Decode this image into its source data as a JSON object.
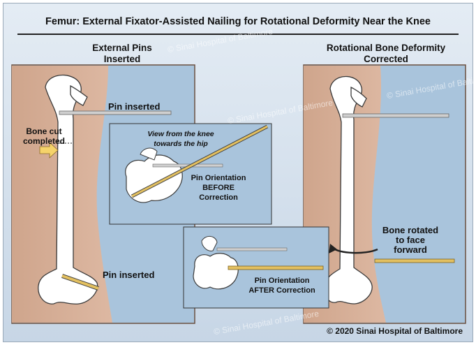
{
  "title": "Femur: External Fixator-Assisted Nailing for Rotational Deformity Near the Knee",
  "left_heading_line1": "External Pins",
  "left_heading_line2": "Inserted",
  "right_heading_line1": "Rotational Bone Deformity",
  "right_heading_line2": "Corrected",
  "labels": {
    "pin_inserted_top": "Pin inserted",
    "bone_cut_line1": "Bone cut",
    "bone_cut_line2": "completed",
    "view_line1": "View from the knee",
    "view_line2": "towards the hip",
    "before_line1": "Pin Orientation",
    "before_line2": "BEFORE",
    "before_line3": "Correction",
    "after_line1": "Pin Orientation",
    "after_line2": "AFTER Correction",
    "pin_inserted_bottom": "Pin inserted",
    "rotated_line1": "Bone rotated",
    "rotated_line2": "to face",
    "rotated_line3": "forward"
  },
  "watermark": "© Sinai Hospital of Baltimore",
  "copyright": "© 2020 Sinai Hospital of Baltimore",
  "colors": {
    "skin": "#d4ab93",
    "panel_bg": "#a9c4dc",
    "bone": "#ffffff",
    "bone_outline": "#3a3a3a",
    "pin_gold": "#e3c060",
    "pin_gray": "#cfcfcf",
    "panel_border": "#6b5040",
    "arrow_yellow": "#f5d36a"
  }
}
